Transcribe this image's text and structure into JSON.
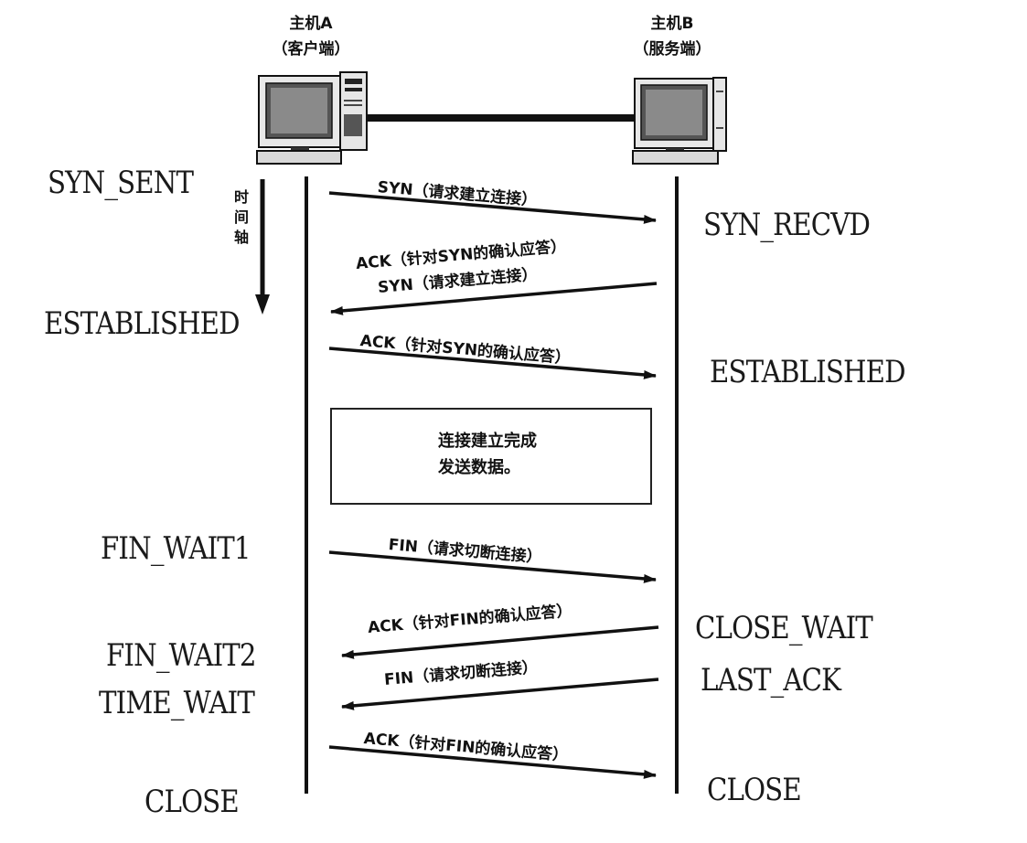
{
  "hosts": {
    "a": {
      "name": "主机A",
      "role": "（客户端）"
    },
    "b": {
      "name": "主机B",
      "role": "（服务端）"
    }
  },
  "time_axis_label": "时间轴",
  "client_states": {
    "syn_sent": "SYN_SENT",
    "established": "ESTABLISHED",
    "fin_wait1": "FIN_WAIT1",
    "fin_wait2": "FIN_WAIT2",
    "time_wait": "TIME_WAIT",
    "close": "CLOSE"
  },
  "server_states": {
    "syn_recvd": "SYN_RECVD",
    "established": "ESTABLISHED",
    "close_wait": "CLOSE_WAIT",
    "last_ack": "LAST_ACK",
    "close": "CLOSE"
  },
  "messages": {
    "m1": "SYN（请求建立连接）",
    "m2a": "ACK（针对SYN的确认应答）",
    "m2b": "SYN（请求建立连接）",
    "m3": "ACK（针对SYN的确认应答）",
    "m4": "FIN（请求切断连接）",
    "m5": "ACK（针对FIN的确认应答）",
    "m6": "FIN（请求切断连接）",
    "m7": "ACK（针对FIN的确认应答）"
  },
  "note": {
    "line1": "连接建立完成",
    "line2": "发送数据。"
  },
  "colors": {
    "ink": "#1a1a1a",
    "background": "#ffffff"
  }
}
